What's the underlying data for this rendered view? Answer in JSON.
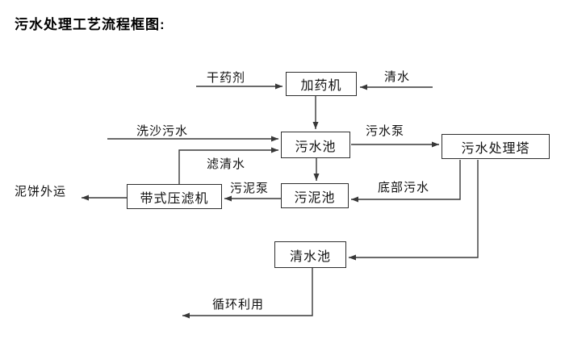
{
  "page": {
    "title": "污水处理工艺流程框图:"
  },
  "nodes": {
    "doser": "加药机",
    "sewage_pool": "污水池",
    "treatment_tower": "污水处理塔",
    "sludge_pool": "污泥池",
    "belt_press": "带式压滤机",
    "clean_pool": "清水池"
  },
  "edges": [
    {
      "from": "external",
      "to": "doser",
      "label": "干药剂"
    },
    {
      "from": "external",
      "to": "doser",
      "label": "清水"
    },
    {
      "from": "doser",
      "to": "sewage_pool",
      "label": ""
    },
    {
      "from": "external",
      "to": "sewage_pool",
      "label": "洗沙污水"
    },
    {
      "from": "belt_press",
      "to": "sewage_pool",
      "label": "滤清水"
    },
    {
      "from": "sewage_pool",
      "to": "treatment_tower",
      "label": "污水泵"
    },
    {
      "from": "sewage_pool",
      "to": "sludge_pool",
      "label": ""
    },
    {
      "from": "treatment_tower",
      "to": "sludge_pool",
      "label": "底部污水"
    },
    {
      "from": "sludge_pool",
      "to": "belt_press",
      "label": "污泥泵"
    },
    {
      "from": "belt_press",
      "to": "external",
      "label": "泥饼外运"
    },
    {
      "from": "treatment_tower",
      "to": "clean_pool",
      "label": ""
    },
    {
      "from": "clean_pool",
      "to": "external",
      "label": "循环利用"
    }
  ],
  "colors": {
    "line": "#383838",
    "box_border": "#2e2e2e",
    "text": "#111111",
    "background": "#ffffff"
  }
}
